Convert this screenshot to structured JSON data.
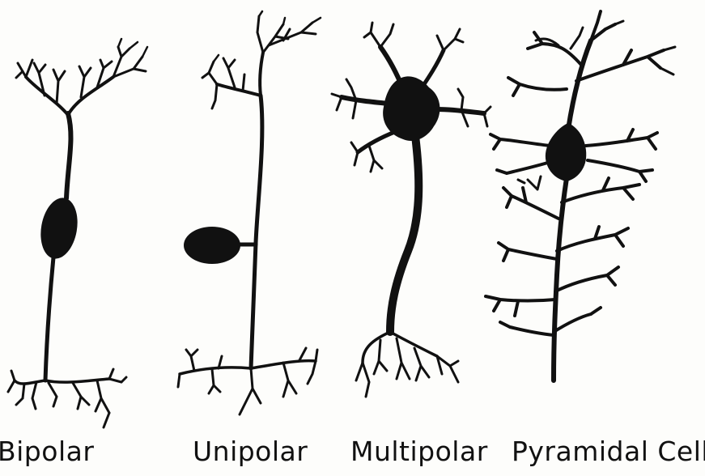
{
  "labels": {
    "bipolar": "Bipolar",
    "unipolar": "Unipolar",
    "multipolar": "Multipolar",
    "pyramidal": "Pyramidal Cell"
  },
  "colors": {
    "ink": "#111111",
    "paper": "#fdfdfb"
  }
}
